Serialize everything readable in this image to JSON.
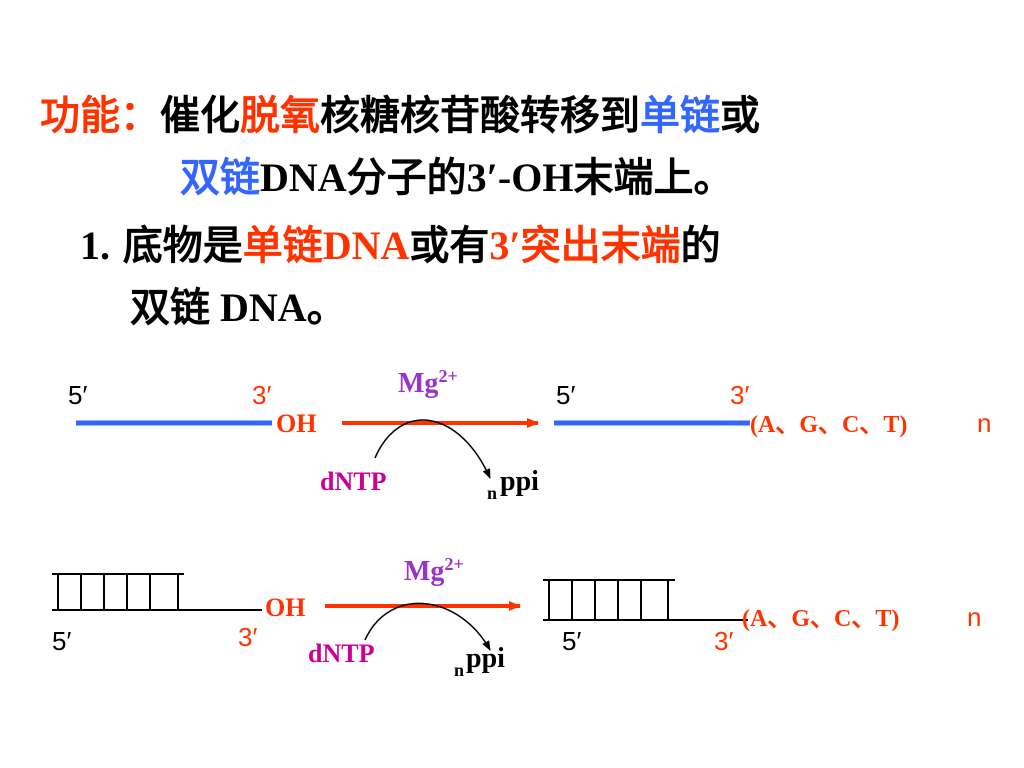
{
  "text": {
    "line1": {
      "label": "功能",
      "colon": "：",
      "p1": "催化",
      "h1": "脱氧",
      "p2": "核糖核苷酸转移到",
      "h2": "单链",
      "p3": "或"
    },
    "line2": {
      "h1": "双链",
      "p1": "DNA",
      "p2": "分子的",
      "p3": "3′-OH",
      "p4": "末端上。"
    },
    "line3": {
      "num": "1.",
      "p1": "底物是",
      "h1": "单链",
      "h2": "DNA",
      "p2": "或有",
      "h3": "3′",
      "h4": "突出末端",
      "p3": "的"
    },
    "line4": {
      "p1": "双链",
      "p2": " DNA",
      "p3": "。"
    }
  },
  "diagram": {
    "prime5": "5′",
    "prime3": "3′",
    "oh": "OH",
    "enzyme": "Mg",
    "enzyme_sup": "2+",
    "substrate": "dNTP",
    "product_sub": "n",
    "product": "ppi",
    "added": "(A、G、C、T)",
    "added_sub": "n"
  },
  "colors": {
    "red": "#ff3300",
    "blue": "#3366ff",
    "purple": "#9933cc",
    "magenta": "#cc0099",
    "black": "#000000"
  }
}
